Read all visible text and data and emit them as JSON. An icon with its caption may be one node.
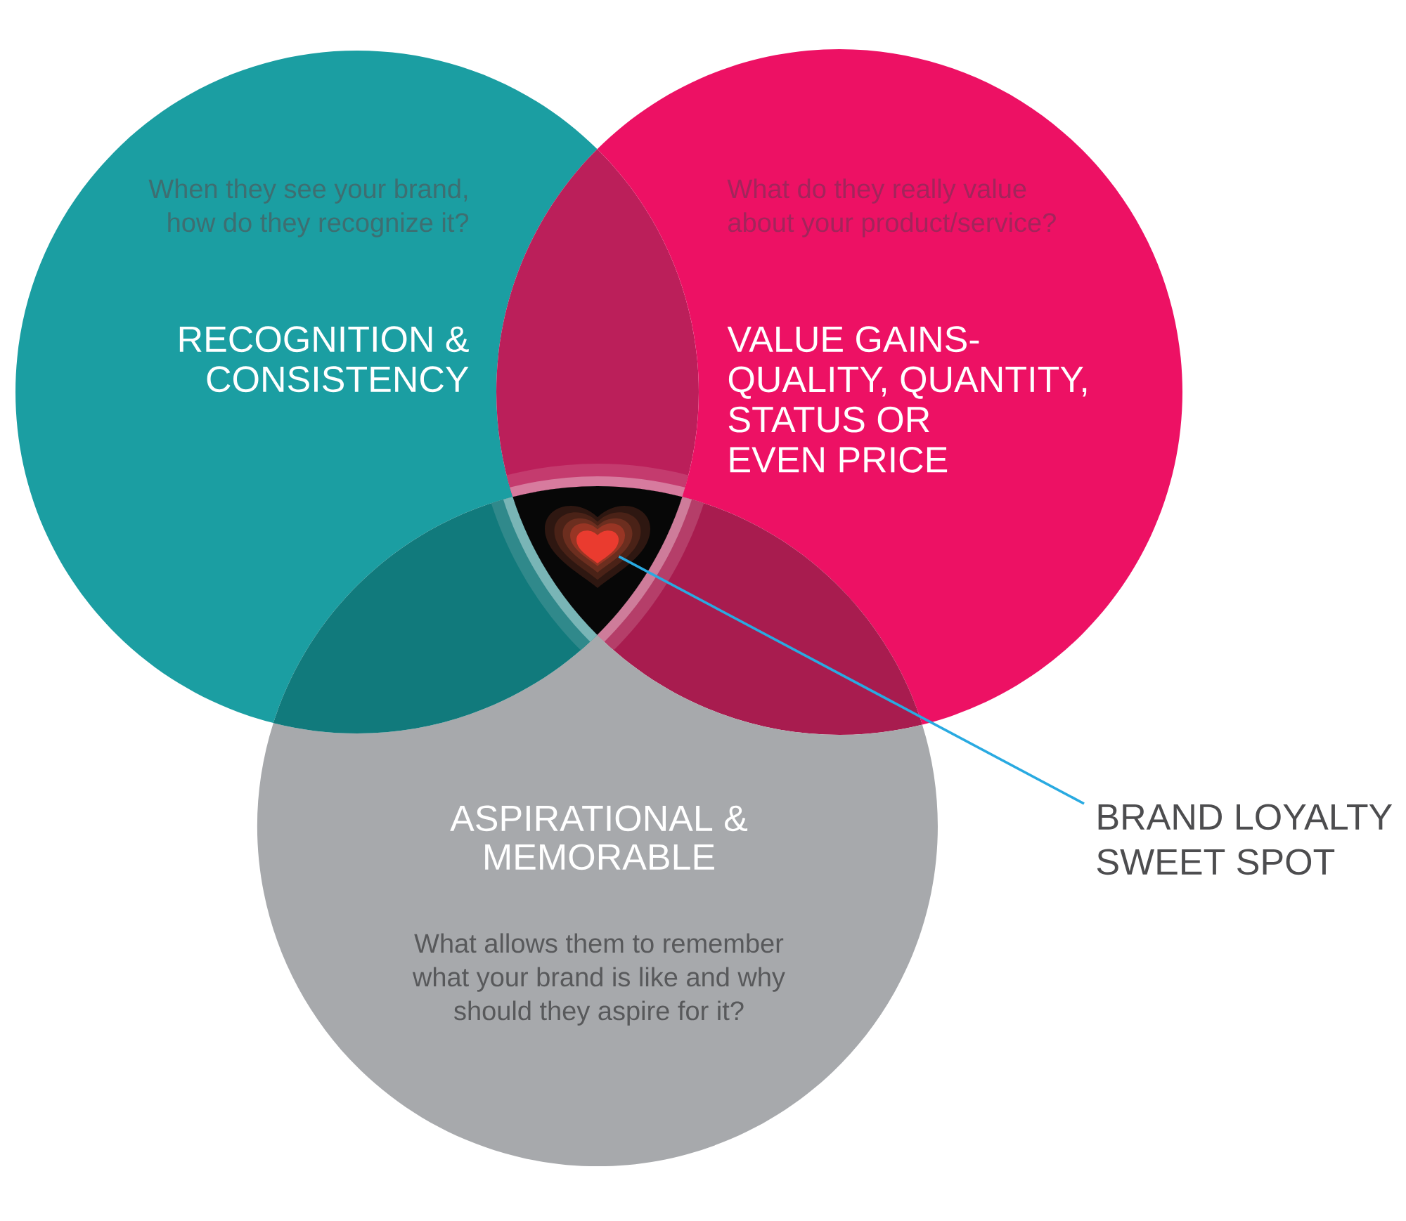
{
  "diagram": {
    "nodes": [
      {
        "text": [
          "When they see your brand, how do they recognize it?",
          "RECOGNITION & CONSISTENCY"
        ]
      },
      {
        "text": [
          "What do they really value about your product/service?",
          "VALUE GAINS- QUALITY, QUANTITY, STATUS OR EVEN PRICE"
        ]
      },
      {
        "text": [
          "ASPIRATIONAL & MEMORABLE",
          "What allows them to remember what your brand is like and why should they aspire for it?"
        ]
      },
      {
        "text": [],
        "shape": "heart"
      },
      {
        "text": [
          "BRAND LOYALTY SWEET SPOT"
        ]
      }
    ],
    "edges": [
      {
        "from": 4,
        "to": 3,
        "arrow": "none"
      }
    ]
  }
}
